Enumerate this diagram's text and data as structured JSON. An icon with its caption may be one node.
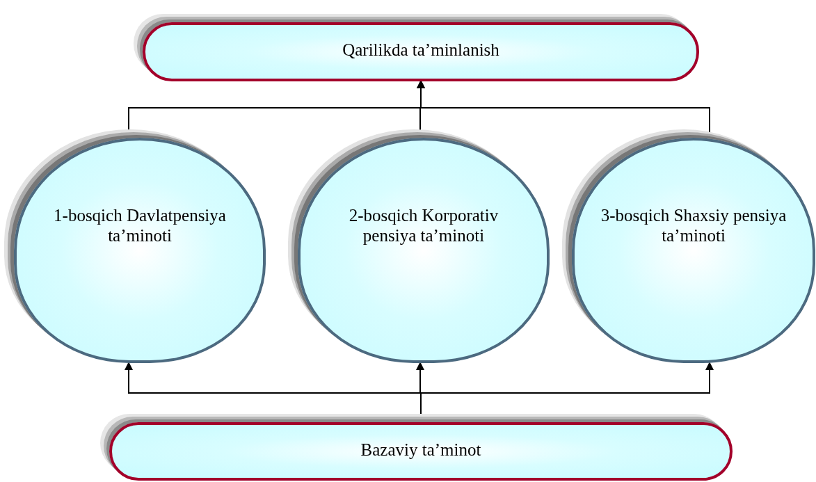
{
  "diagram": {
    "nodes": [
      {
        "text": [
          "Qarilikda ta’minlanish"
        ]
      },
      {
        "text": [
          "1-bosqich Davlatpensiya ta’minoti"
        ]
      },
      {
        "text": [
          "2-bosqich Korporativ pensiya ta’minoti"
        ]
      },
      {
        "text": [
          "3-bosqich Shaxsiy pensiya ta’minoti"
        ]
      },
      {
        "text": [
          "Bazaviy ta’minot"
        ]
      }
    ],
    "edges": [
      {
        "from": 1,
        "to": 0,
        "arrow": "to"
      },
      {
        "from": 2,
        "to": 0,
        "arrow": "to"
      },
      {
        "from": 3,
        "to": 0,
        "arrow": "to"
      },
      {
        "from": 4,
        "to": 1,
        "arrow": "to"
      },
      {
        "from": 4,
        "to": 2,
        "arrow": "to"
      },
      {
        "from": 4,
        "to": 3,
        "arrow": "to"
      }
    ]
  }
}
